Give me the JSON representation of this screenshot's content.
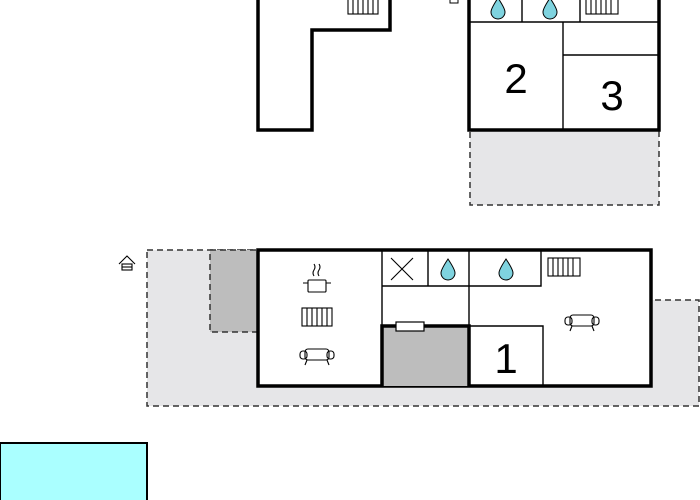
{
  "rooms": [
    {
      "label": "2"
    },
    {
      "label": "3"
    },
    {
      "label": "1"
    }
  ],
  "icons": [
    "radiator-icon",
    "water-drop-icon",
    "sofa-icon",
    "cooking-pot-icon",
    "toilet-icon",
    "house-icon",
    "window-icon"
  ],
  "colors": {
    "terrace": "#e6e6e8",
    "terrace_covered": "#bdbdbd",
    "water_drop": "#7fd3df",
    "pool": "#aaffff",
    "wall": "#000000"
  }
}
